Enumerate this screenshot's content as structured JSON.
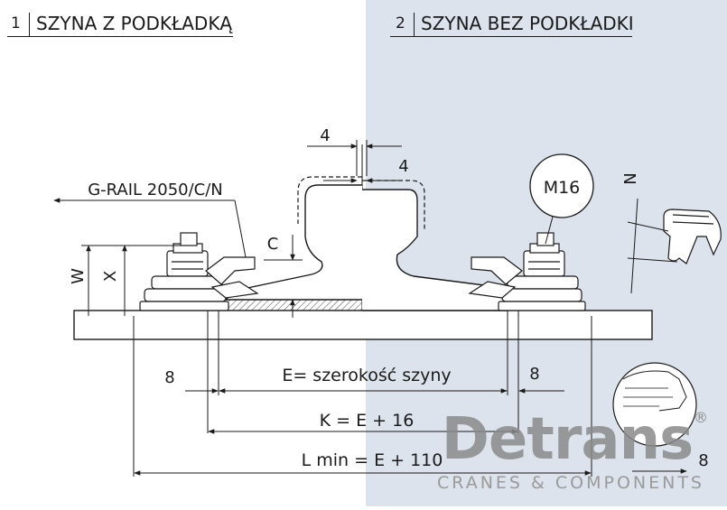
{
  "headers": {
    "left": {
      "num": "1",
      "label": "SZYNA Z PODKŁADKĄ"
    },
    "right": {
      "num": "2",
      "label": "SZYNA BEZ PODKŁADKI"
    }
  },
  "labels": {
    "rail_model": "G-RAIL 2050/C/N",
    "bolt": "M16",
    "dim_top_left": "4",
    "dim_top_right": "4",
    "dim_c": "C",
    "dim_w": "W",
    "dim_x": "X",
    "dim_n": "N",
    "dim_8_left": "8",
    "dim_8_right": "8",
    "dim_8_far": "8",
    "dim_e": "E= szerokość szyny",
    "dim_k": "K = E + 16",
    "dim_l": "L min = E + 110"
  },
  "logo": {
    "name": "Detrans",
    "registered": "®",
    "tagline": "CRANES & COMPONENTS"
  },
  "colors": {
    "right_panel": "#dde3ec",
    "line": "#1a1a1a",
    "logo_gray": "#8a8a8a"
  }
}
